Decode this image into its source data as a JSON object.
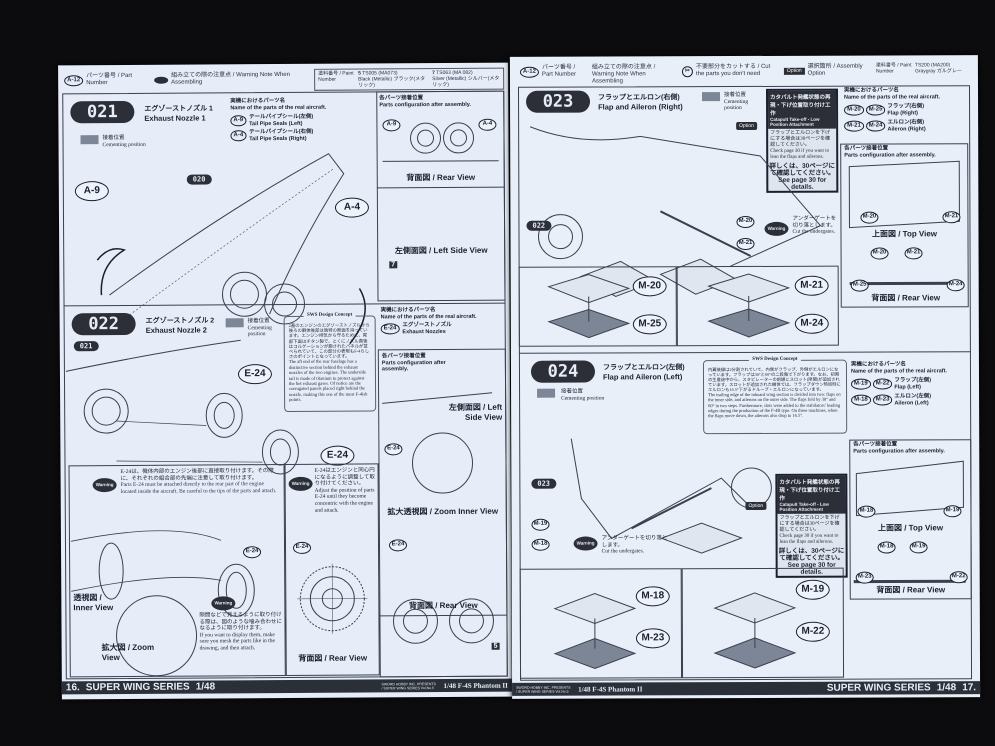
{
  "legend_left": {
    "part_number_sample": "A-12",
    "part_number_label": "パーツ番号 / Part Number",
    "warning_label": "組み立ての際の注意点 / Warning Note When Assembling",
    "paint_number_label": "塗料番号 / Paint Number",
    "paints": [
      {
        "num": "5",
        "code": "TS005 (MA073)",
        "name": "Black (Metallic) ブラック(メタリック)"
      },
      {
        "num": "7",
        "code": "TS063 (MA 082)",
        "name": "Silver (Metallic) シルバー(メタリック)"
      }
    ]
  },
  "legend_right": {
    "part_number_sample": "A-12",
    "part_number_label": "パーツ番号 / Part Number",
    "warning_label": "組み立ての際の注意点 / Warning Note When Assembling",
    "cut_label": "不要部分をカットする / Cut the parts you don't need",
    "option_label": "選択箇所 / Assembly Option",
    "option_icon_text": "Option",
    "paint_number_label": "塗料番号 / Paint Number",
    "paints": [
      {
        "num": "",
        "code": "TS200 (MA200)",
        "name": "Graygray ガルグレー"
      }
    ]
  },
  "common": {
    "cementing_jp": "接着位置",
    "cementing_en": "Cementing position",
    "real_parts_jp": "実機におけるパーツ名",
    "real_parts_en": "Name of the parts of the real aircraft.",
    "config_jp": "各パーツ接着位置",
    "config_en": "Parts configuration after assembly.",
    "warning": "Warning",
    "concept_title": "SWS Design Concept"
  },
  "step021": {
    "num": "021",
    "title_jp": "エグゾーストノズル 1",
    "title_en": "Exhaust Nozzle 1",
    "ref": "020",
    "parts": [
      {
        "id": "A-9",
        "jp": "テールパイプシール(左側)",
        "en": "Tail Pipe Seals (Left)"
      },
      {
        "id": "A-4",
        "jp": "テールパイプシール(右側)",
        "en": "Tail Pipe Seals (Right)"
      }
    ],
    "callouts": [
      "A-9",
      "A-4"
    ],
    "rear_view": "背面図 / Rear View",
    "left_side_view": "左側面図 / Left Side View",
    "paint_num": "7"
  },
  "step022": {
    "num": "022",
    "title_jp": "エグゾーストノズル 2",
    "title_en": "Exhaust Nozzle 2",
    "ref": "021",
    "parts": [
      {
        "id": "E-24",
        "jp": "エグゾーストノズル",
        "en": "Exhaust Nozzles"
      }
    ],
    "callout": "E-24",
    "concept_jp": "2基のエンジンのエグゾーストノズルから後ろの胴体後部は独特の断面を持っています。エンジン排気から守るために、尾部下面はチタン製で、とくにノズル直後はコルゲーションが施されたパネルが並べられていて、この部分の表現もF-4らしさのポイントとなっています。",
    "concept_en": "The aft end of the rear fuselage has a distinctive section behind the exhaust nozzles of the two engines. The underside tail is made of titanium to protect against the hot exhaust gases. Of notice are the corrugated panels placed right behind the nozzle, making this one of the most F-4ish points.",
    "config_en_short": "Parts configuration after assembly.",
    "left_side_view": "左側面図 / Left Side View",
    "zoom_inner_view": "拡大透視図 / Zoom Inner View",
    "rear_view": "背面図 / Rear View",
    "paint_num": "5",
    "warning1_jp": "E-24は、機体内部のエンジン後部に直接取り付けます。その際に、それぞれの組合部の先端に注意して取り付けます。",
    "warning1_en": "Parts E-24 must be attached directly to the rear part of the engine located inside the aircraft. Be careful to the tips of the parts and attach.",
    "warning2_jp": "E-24はエンジンと同心円になるように調整して取り付けてください。",
    "warning2_en": "Adjust the position of parts E-24 until they become concentric with the engine and attach.",
    "warning3_jp": "隙間などで見えるように取り付ける際は、図のような噛み合わせになるように取り付けます。",
    "warning3_en": "If you want to display them, make sure you mesh the parts like in the drawing, and then attach.",
    "inner_view": "透視図 / Inner View",
    "zoom_view": "拡大図 / Zoom View",
    "rear_view_mid": "背面図 / Rear View"
  },
  "step023": {
    "num": "023",
    "title_jp": "フラップとエルロン(右側)",
    "title_en": "Flap and Aileron (Right)",
    "ref": "022",
    "parts": [
      {
        "ids": [
          "M-20",
          "M-25"
        ],
        "jp": "フラップ(右側)",
        "en": "Flap (Right)"
      },
      {
        "ids": [
          "M-21",
          "M-24"
        ],
        "jp": "エルロン(右側)",
        "en": "Aileron (Right)"
      }
    ],
    "option_title_jp": "カタパルト発艦状態の再現・下げ位置取り付け工作",
    "option_title_en": "Catapult Take-off - Low Position Attachment",
    "option_jp": "フラップとエルロンを下げにする場合は30ページを確認してください。",
    "option_en": "Check page 30 if you want to lean the flaps and ailerons.",
    "option_detail_jp": "詳しくは、30ページにて確認してください。",
    "option_detail_en": "See page 30 for details.",
    "undergate_jp": "アンダーゲートを切り落とします。",
    "undergate_en": "Cut the undergates.",
    "gate_parts": [
      "M-20",
      "M-21"
    ],
    "assembly": [
      [
        "M-20",
        "M-25"
      ],
      [
        "M-21",
        "M-24"
      ]
    ],
    "top_view": "上面図 / Top View",
    "rear_view": "背面図 / Rear View",
    "top_callouts": [
      "M-20",
      "M-21"
    ],
    "rear_callouts": [
      "M-20",
      "M-21",
      "M-25",
      "M-24"
    ]
  },
  "step024": {
    "num": "024",
    "title_jp": "フラップとエルロン(左側)",
    "title_en": "Flap and Aileron (Left)",
    "ref": "023",
    "parts": [
      {
        "ids": [
          "M-19",
          "M-22"
        ],
        "jp": "フラップ(左側)",
        "en": "Flap (Left)"
      },
      {
        "ids": [
          "M-18",
          "M-23"
        ],
        "jp": "エルロン(左側)",
        "en": "Aileron (Left)"
      }
    ],
    "concept_jp": "内翼後縁は2分割されていて、内側がフラップ、外側がエルロンになっています。フラップは30°と60°の二段階で下がります。なお、初期の生産途中から、スタビレーターの前縁にスロット(隙間)が追加されています。スロットが追加された機体では、フラップダウン時同時にエルロンも16.5°下がるドループ・エルロンになっています。",
    "concept_en": "The trailing edge of the inboard wing section is divided into two: flaps on the inner side, and ailerons on the outer side. The flaps fold by 30° and 60° in two steps. Furthermore, slots were added to the stabilators' leading edges during the production of the F-4B type. On these machines, when the flaps move down, the ailerons also drop to 16.5°.",
    "gate_parts": [
      "M-19",
      "M-18"
    ],
    "assembly": [
      [
        "M-18",
        "M-23"
      ],
      [
        "M-19",
        "M-22"
      ]
    ],
    "top_callouts": [
      "M-18",
      "M-19"
    ],
    "rear_callouts": [
      "M-18",
      "M-19",
      "M-23",
      "M-22"
    ]
  },
  "footer_left": {
    "page": "16.",
    "series": "SUPER WING SERIES",
    "scale": "1/48",
    "small": "SWORD HOBBY INC. PRESENTS / SUPER WING SERIES Vol.No.5",
    "model": "1/48  F-4S Phantom II"
  },
  "footer_right": {
    "page": "17.",
    "series": "SUPER WING SERIES",
    "scale": "1/48",
    "small": "SWORD HOBBY INC. PRESENTS / SUPER WING SERIES Vol.No.5",
    "model": "1/48  F-4S Phantom II"
  }
}
